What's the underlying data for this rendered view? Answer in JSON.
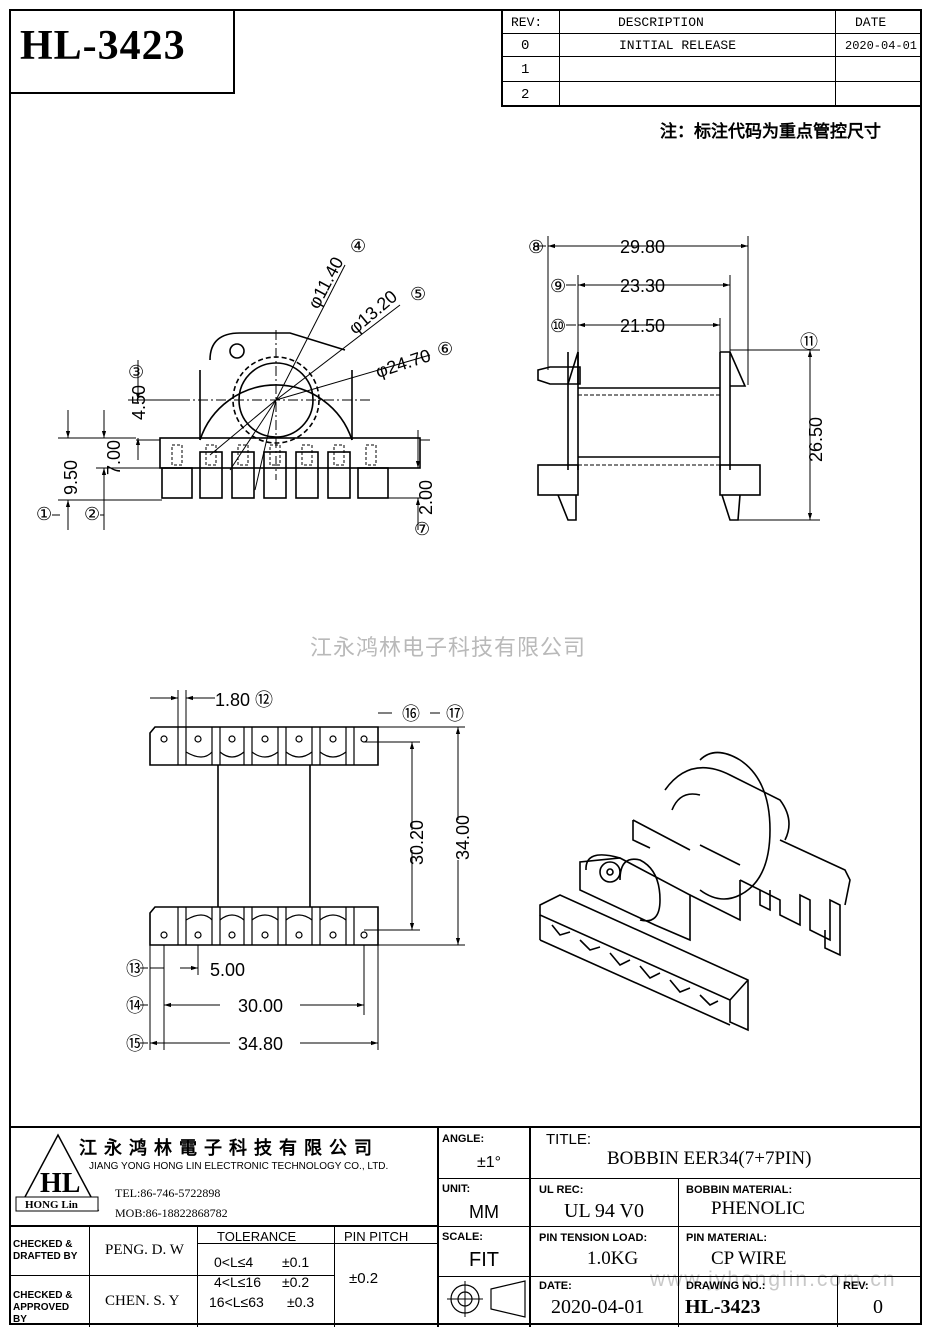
{
  "header": {
    "part_number": "HL-3423",
    "note": "注：标注代码为重点管控尺寸",
    "revision_table": {
      "col_rev": "REV:",
      "col_desc": "DESCRIPTION",
      "col_date": "DATE",
      "rows": [
        {
          "rev": "0",
          "desc": "INITIAL RELEASE",
          "date": "2020-04-01"
        },
        {
          "rev": "1",
          "desc": "",
          "date": ""
        },
        {
          "rev": "2",
          "desc": "",
          "date": ""
        }
      ]
    }
  },
  "watermark_company": "江永鸿林电子科技有限公司",
  "watermark_url": "www.jyhonglin.com.cn",
  "drawing": {
    "side_view": {
      "d1": "φ11.40",
      "d2": "φ13.20",
      "d3": "φ24.70",
      "h1": "4.50",
      "h2": "7.00",
      "h3": "9.50",
      "h4": "2.00",
      "c1": "①",
      "c2": "②",
      "c3": "③",
      "c4": "④",
      "c5": "⑤",
      "c6": "⑥",
      "c7": "⑦"
    },
    "front_view": {
      "w1": "29.80",
      "w2": "23.30",
      "w3": "21.50",
      "h1": "26.50",
      "c8": "⑧",
      "c9": "⑨",
      "c10": "⑩",
      "c11": "⑪"
    },
    "bottom_view": {
      "w_pin": "1.80",
      "pitch": "5.00",
      "w_30": "30.00",
      "w_348": "34.80",
      "h_302": "30.20",
      "h_34": "34.00",
      "c12": "⑫",
      "c13": "⑬",
      "c14": "⑭",
      "c15": "⑮",
      "c16": "⑯",
      "c17": "⑰"
    }
  },
  "title_block": {
    "company_cn": "江 永 鸿 林 電 子 科 技 有 限 公 司",
    "company_en": "JIANG YONG HONG LIN ELECTRONIC TECHNOLOGY CO., LTD.",
    "logo_text": "HL",
    "logo_sub": "HONG Lin",
    "tel": "TEL:86-746-5722898",
    "mob": "MOB:86-18822868782",
    "checked_drafted_label": "CHECKED & DRAFTED BY",
    "checked_drafted_value": "PENG. D. W",
    "checked_approved_label": "CHECKED & APPROVED BY",
    "checked_approved_value": "CHEN. S. Y",
    "tolerance_label": "TOLERANCE",
    "tolerance_rows": [
      {
        "range": "0<L≤4",
        "value": "±0.1"
      },
      {
        "range": "4<L≤16",
        "value": "±0.2"
      },
      {
        "range": "16<L≤63",
        "value": "±0.3"
      }
    ],
    "pin_pitch_label": "PIN PITCH",
    "pin_pitch_value": "±0.2",
    "angle_label": "ANGLE:",
    "angle_value": "±1°",
    "unit_label": "UNIT:",
    "unit_value": "MM",
    "scale_label": "SCALE:",
    "scale_value": "FIT",
    "title_label": "TITLE:",
    "title_value": "BOBBIN EER34(7+7PIN)",
    "ul_label": "UL REC:",
    "ul_value": "UL 94 V0",
    "bobbin_mat_label": "BOBBIN MATERIAL:",
    "bobbin_mat_value": "PHENOLIC",
    "pin_tension_label": "PIN TENSION LOAD:",
    "pin_tension_value": "1.0KG",
    "pin_mat_label": "PIN MATERIAL:",
    "pin_mat_value": "CP WIRE",
    "date_label": "DATE:",
    "date_value": "2020-04-01",
    "drawing_no_label": "DRAWING NO.:",
    "drawing_no_value": "HL-3423",
    "rev_label": "REV:",
    "rev_value": "0"
  }
}
